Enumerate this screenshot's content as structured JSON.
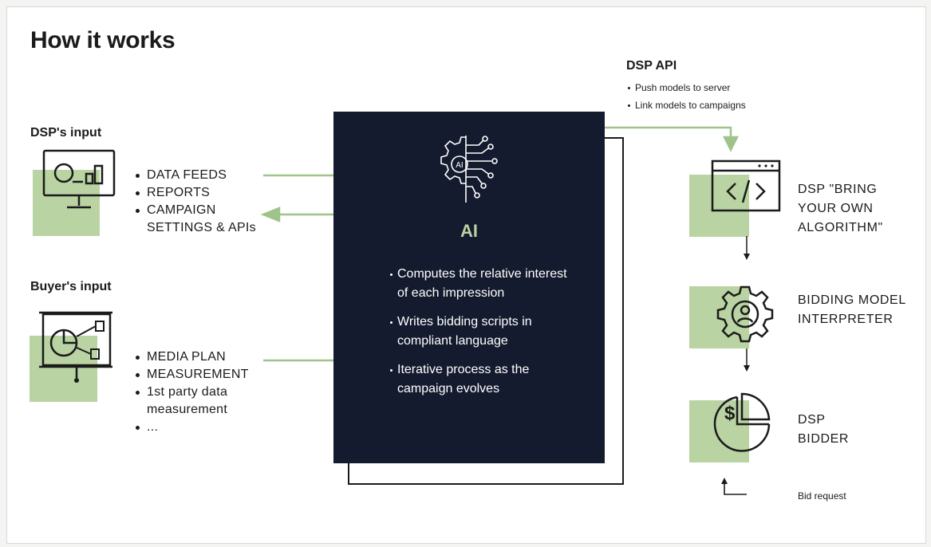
{
  "title": "How it works",
  "dsp_input": {
    "heading": "DSP's input",
    "items": [
      "DATA FEEDS",
      "REPORTS",
      "CAMPAIGN SETTINGS & APIs"
    ]
  },
  "buyer_input": {
    "heading": "Buyer's input",
    "items": [
      "MEDIA PLAN",
      "MEASUREMENT",
      "1st party data measurement",
      "..."
    ]
  },
  "ai_card": {
    "label": "AI",
    "points": [
      "Computes the relative interest of each impression",
      "Writes bidding scripts in compliant language",
      "Iterative process as the campaign evolves"
    ]
  },
  "dsp_api": {
    "heading": "DSP API",
    "items": [
      "Push models to server",
      "Link models to campaigns"
    ]
  },
  "right_stack": {
    "byoa": "DSP \"BRING\nYOUR OWN\nALGORITHM\"",
    "interpreter": "BIDDING MODEL\nINTERPRETER",
    "bidder": "DSP\nBIDDER",
    "bid_request": "Bid request"
  },
  "colors": {
    "accent_green": "#b9d3a3",
    "arrow_green": "#9fc38a",
    "card_navy": "#141b2e",
    "text": "#1b1b1b"
  },
  "icons": [
    "monitor-dashboard-icon",
    "presentation-chart-icon",
    "ai-brain-circuit-icon",
    "code-window-icon",
    "gear-user-icon",
    "dollar-pie-icon"
  ]
}
